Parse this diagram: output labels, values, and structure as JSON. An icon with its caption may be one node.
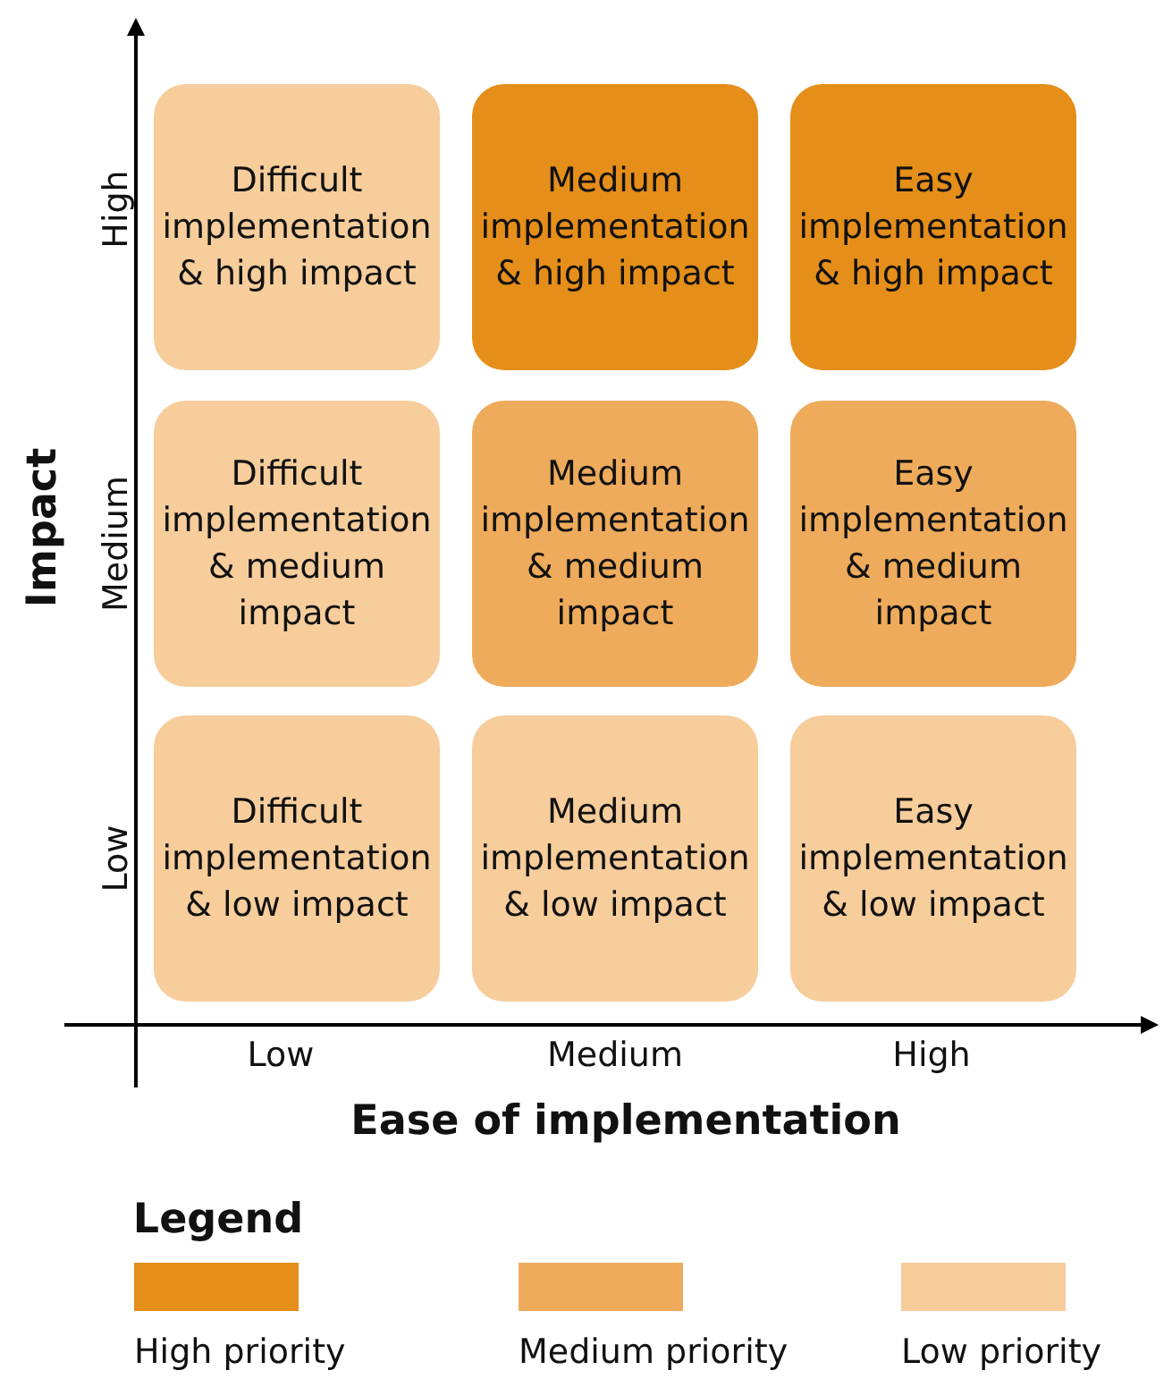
{
  "diagram": {
    "nodes": [
      {
        "text": [
          "Difficult implementation & high impact"
        ]
      },
      {
        "text": [
          "Medium implementation & high impact"
        ]
      },
      {
        "text": [
          "Easy implementation & high impact"
        ]
      },
      {
        "text": [
          "Difficult implementation & medium impact"
        ]
      },
      {
        "text": [
          "Medium implementation & medium impact"
        ]
      },
      {
        "text": [
          "Easy implementation & medium impact"
        ]
      },
      {
        "text": [
          "Difficult implementation & low impact"
        ]
      },
      {
        "text": [
          "Medium implementation & low impact"
        ]
      },
      {
        "text": [
          "Easy implementation & low impact"
        ]
      }
    ],
    "edges": [],
    "labels": [
      "High",
      "Medium",
      "Low",
      "Impact",
      "Low",
      "Medium",
      "High",
      "Ease of implementation",
      "Legend"
    ],
    "legend": [
      {
        "text": "High priority",
        "color": "#e58e1a"
      },
      {
        "text": "Medium priority",
        "color": "#eeab5b"
      },
      {
        "text": "Low priority",
        "color": "#f6cd9b"
      }
    ]
  }
}
